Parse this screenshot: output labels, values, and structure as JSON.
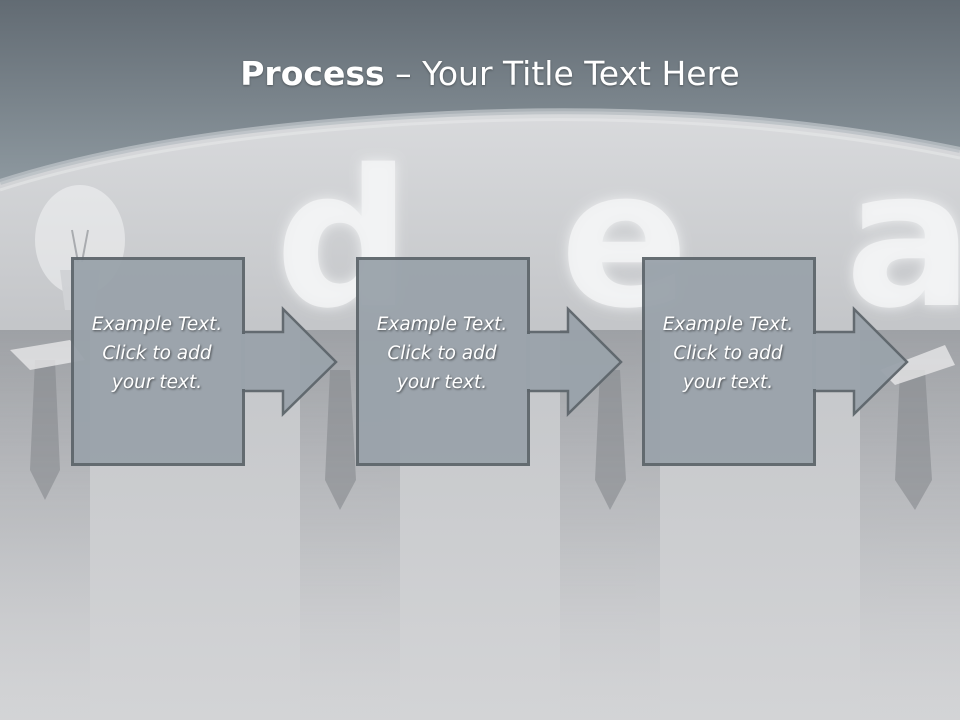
{
  "slide": {
    "title_bold": "Process",
    "title_rest": " – Your Title Text Here",
    "background_word": "dea",
    "colors": {
      "header": "#7e8a92",
      "box_fill": "#9aa3ab",
      "box_border": "#5e666c",
      "text": "#ffffff"
    }
  },
  "steps": [
    {
      "line1": "Example Text.",
      "line2": "Click  to add",
      "line3": "your text."
    },
    {
      "line1": "Example Text.",
      "line2": "Click  to add",
      "line3": "your text."
    },
    {
      "line1": "Example Text.",
      "line2": "Click  to add",
      "line3": "your text."
    }
  ],
  "icons": [
    "arrow-right-icon",
    "light-bulb-icon"
  ]
}
